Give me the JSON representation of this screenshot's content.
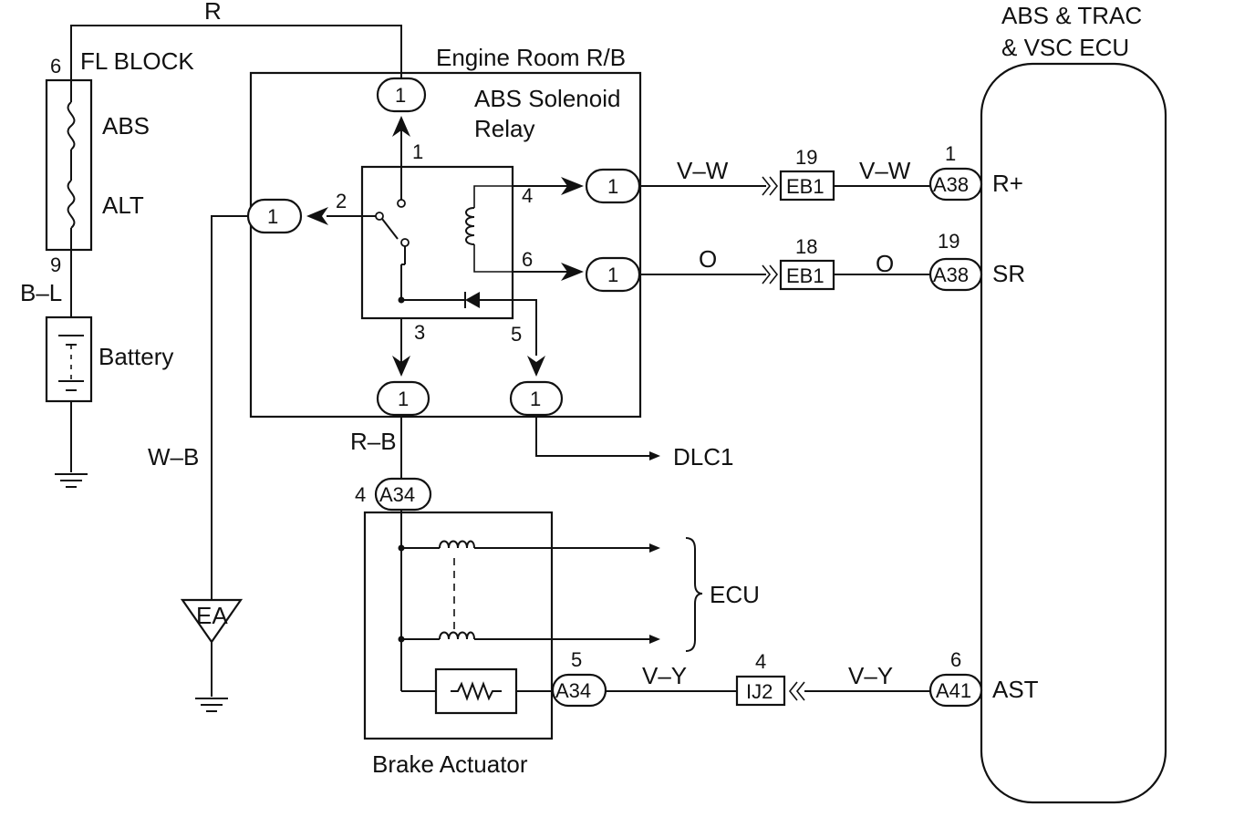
{
  "wires": {
    "r": "R",
    "b_l": "B–L",
    "w_b": "W–B",
    "r_b": "R–B",
    "v_w_1": "V–W",
    "v_w_2": "V–W",
    "o_1": "O",
    "o_2": "O",
    "v_y_1": "V–Y",
    "v_y_2": "V–Y"
  },
  "fl_block": {
    "title": "FL BLOCK",
    "pin_top": "6",
    "pin_bottom": "9",
    "fuse_abs": "ABS",
    "fuse_alt": "ALT"
  },
  "battery": {
    "label": "Battery"
  },
  "relay_box": {
    "title": "Engine Room R/B",
    "relay_label_1": "ABS Solenoid",
    "relay_label_2": "Relay",
    "pins": {
      "p1": "1",
      "p2": "2",
      "p3": "3",
      "p4": "4",
      "p5": "5",
      "p6": "6"
    },
    "conn": {
      "top": "1",
      "left": "1",
      "right_upper": "1",
      "right_lower": "1",
      "bottom_left": "1",
      "bottom_right": "1"
    }
  },
  "dlc": {
    "label": "DLC1"
  },
  "ground_ea": {
    "label": "EA"
  },
  "actuator": {
    "label": "Brake Actuator",
    "conn_top": "A34",
    "conn_top_pin": "4",
    "conn_right": "A34",
    "conn_right_pin": "5",
    "ecu_label": "ECU"
  },
  "junctions": {
    "eb1_upper": "EB1",
    "eb1_upper_pin": "19",
    "eb1_lower": "EB1",
    "eb1_lower_pin": "18",
    "ij2": "IJ2",
    "ij2_pin": "4"
  },
  "ecu": {
    "title_1": "ABS & TRAC",
    "title_2": "& VSC ECU",
    "terminals": [
      {
        "conn": "A38",
        "pin": "1",
        "name": "R+"
      },
      {
        "conn": "A38",
        "pin": "19",
        "name": "SR"
      },
      {
        "conn": "A41",
        "pin": "6",
        "name": "AST"
      }
    ]
  }
}
